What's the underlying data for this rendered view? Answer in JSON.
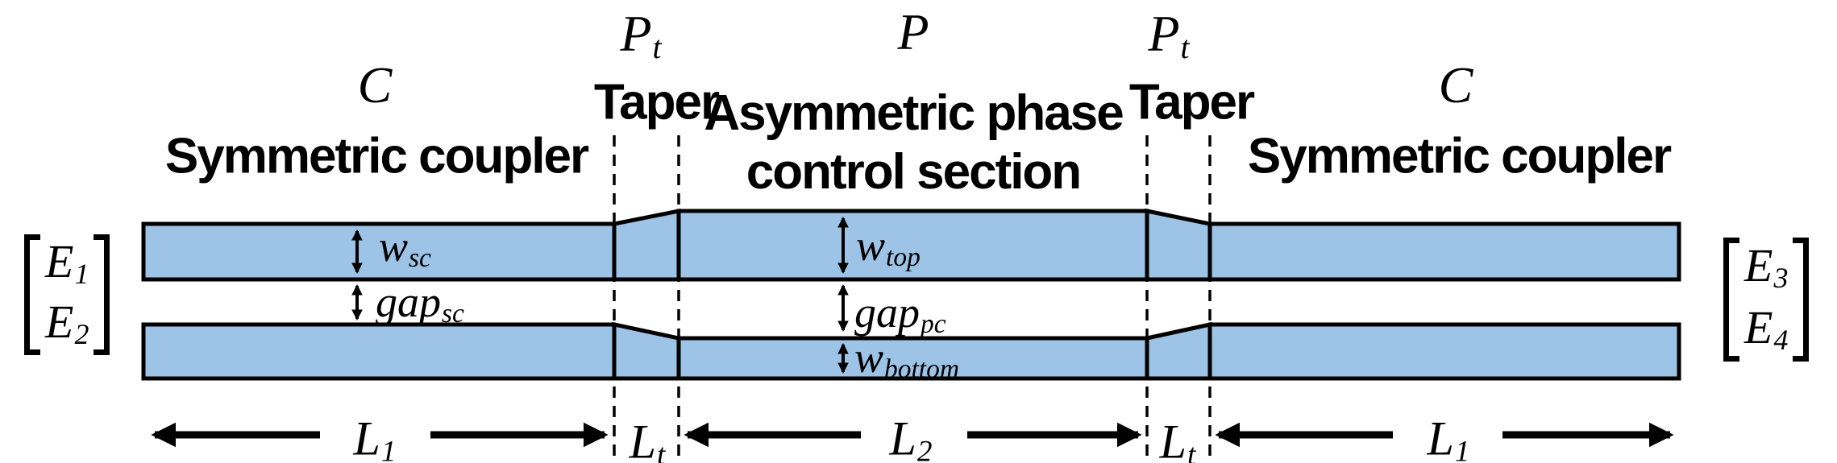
{
  "diagram": {
    "sections": {
      "coupler_left": {
        "symbol": "C",
        "title": "Symmetric coupler"
      },
      "taper_left": {
        "symbol_main": "P",
        "symbol_sub": "t",
        "title": "Taper"
      },
      "phase": {
        "symbol": "P",
        "title_line1": "Asymmetric phase",
        "title_line2": "control section"
      },
      "taper_right": {
        "symbol_main": "P",
        "symbol_sub": "t",
        "title": "Taper"
      },
      "coupler_right": {
        "symbol": "C",
        "title": "Symmetric coupler"
      }
    },
    "ports": {
      "e1": {
        "main": "E",
        "sub": "1"
      },
      "e2": {
        "main": "E",
        "sub": "2"
      },
      "e3": {
        "main": "E",
        "sub": "3"
      },
      "e4": {
        "main": "E",
        "sub": "4"
      }
    },
    "dimensions": {
      "w_sc": {
        "main": "w",
        "sub": "sc"
      },
      "gap_sc": {
        "main": "gap",
        "sub": "sc"
      },
      "w_top": {
        "main": "w",
        "sub": "top"
      },
      "gap_pc": {
        "main": "gap",
        "sub": "pc"
      },
      "w_bottom": {
        "main": "w",
        "sub": "bottom"
      },
      "l1": {
        "main": "L",
        "sub": "1"
      },
      "l2": {
        "main": "L",
        "sub": "2"
      },
      "lt": {
        "main": "L",
        "sub": "t"
      }
    },
    "colors": {
      "waveguide_fill": "#9DC3E6",
      "outline": "#000000",
      "background": "#FFFFFF"
    }
  }
}
